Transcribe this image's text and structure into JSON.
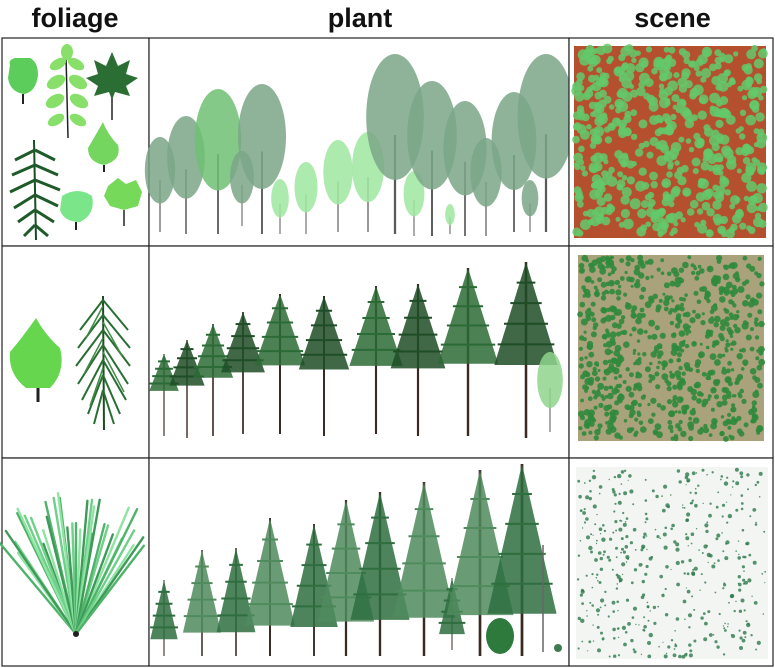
{
  "headers": {
    "foliage": "foliage",
    "plant": "plant",
    "scene": "scene"
  },
  "rows": [
    {
      "id": "broadleaf",
      "foliage_icons": [
        "round-leaf-icon",
        "compound-leaf-icon",
        "maple-leaf-icon",
        "conifer-sprig-icon",
        "heart-leaf-icon",
        "round-leaf-icon",
        "lobed-leaf-icon"
      ],
      "scene_ground_color": "#b5502f",
      "scene_foliage_color": "#63c96b",
      "plant_colors": [
        "#7ba687",
        "#6fbf73",
        "#9fe6a0"
      ]
    },
    {
      "id": "birch-pine",
      "foliage_icons": [
        "birch-leaf-icon",
        "pine-sprig-icon"
      ],
      "scene_ground_color": "#a9a27a",
      "scene_foliage_color": "#2f8a3c",
      "plant_colors": [
        "#2b6b35",
        "#1e4d26"
      ]
    },
    {
      "id": "spruce-fir",
      "foliage_icons": [
        "needle-cluster-icon"
      ],
      "scene_ground_color": "#f3f5f3",
      "scene_foliage_color": "#2e7a4b",
      "plant_colors": [
        "#2e6e3f",
        "#4f8b5d"
      ]
    }
  ]
}
